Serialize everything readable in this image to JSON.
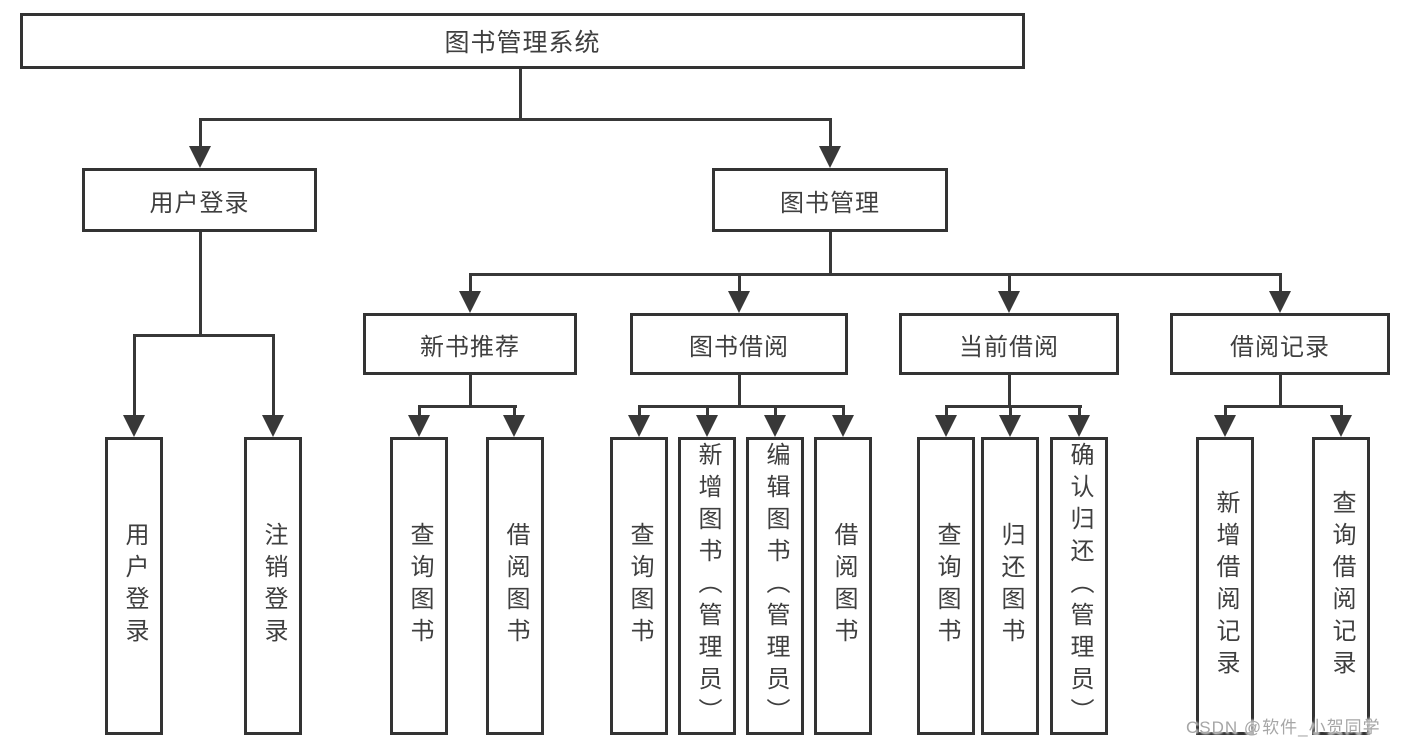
{
  "diagram_type": "hierarchy-functional-structure",
  "colors": {
    "background": "#ffffff",
    "box_border": "#333333",
    "connector_line": "#383838",
    "label_text": "#3f3f3f",
    "watermark_text": "#a6a6a6"
  },
  "tree": {
    "label": "图书管理系统",
    "children": [
      {
        "label": "用户登录",
        "children": [
          {
            "label": "用户登录"
          },
          {
            "label": "注销登录"
          }
        ]
      },
      {
        "label": "图书管理",
        "children": [
          {
            "label": "新书推荐",
            "children": [
              {
                "label": "查询图书"
              },
              {
                "label": "借阅图书"
              }
            ]
          },
          {
            "label": "图书借阅",
            "children": [
              {
                "label": "查询图书"
              },
              {
                "label": "新增图书（管理员）"
              },
              {
                "label": "编辑图书（管理员）"
              },
              {
                "label": "借阅图书"
              }
            ]
          },
          {
            "label": "当前借阅",
            "children": [
              {
                "label": "查询图书"
              },
              {
                "label": "归还图书"
              },
              {
                "label": "确认归还（管理员）"
              }
            ]
          },
          {
            "label": "借阅记录",
            "children": [
              {
                "label": "新增借阅记录"
              },
              {
                "label": "查询借阅记录"
              }
            ]
          }
        ]
      }
    ]
  },
  "watermark": {
    "text": "CSDN @软件_小贺同学"
  }
}
